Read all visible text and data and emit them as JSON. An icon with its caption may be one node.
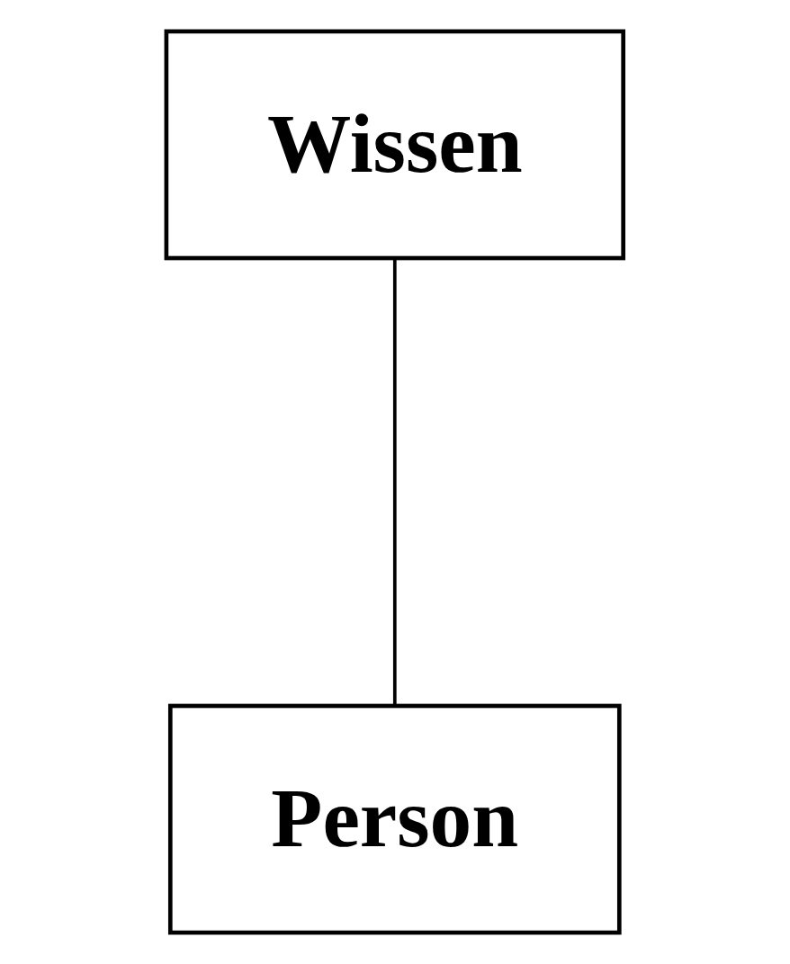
{
  "diagram": {
    "nodes": [
      {
        "text": [
          "Wissen"
        ]
      },
      {
        "text": [
          "Person"
        ]
      }
    ],
    "edges": [
      {
        "from": 0,
        "to": 1,
        "arrow": "none"
      }
    ]
  }
}
